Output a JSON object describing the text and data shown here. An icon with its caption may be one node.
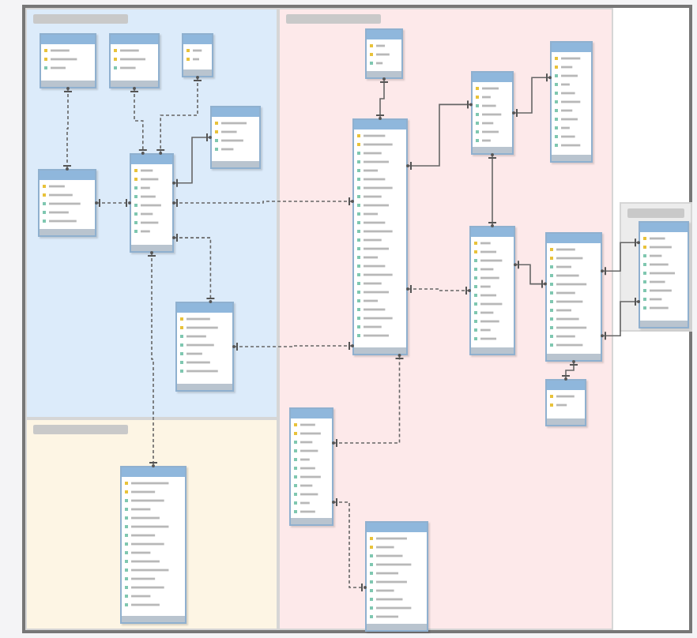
{
  "diagram": {
    "nodes": [
      {
        "text": [],
        "shape": "box"
      },
      {
        "text": [],
        "shape": "box",
        "in": 0
      },
      {
        "text": [],
        "shape": "box",
        "in": 0
      },
      {
        "text": [],
        "shape": "box",
        "in": 0
      },
      {
        "text": [],
        "shape": "box",
        "in": 0
      },
      {
        "text": [],
        "shape": "box",
        "in": 0
      },
      {
        "text": [],
        "shape": "box",
        "in": 0
      },
      {
        "text": [],
        "shape": "box",
        "in": 0
      },
      {
        "text": [],
        "shape": "box"
      },
      {
        "text": [],
        "shape": "box",
        "in": 8
      },
      {
        "text": [],
        "shape": "box"
      },
      {
        "text": [],
        "shape": "box",
        "in": 10
      },
      {
        "text": [],
        "shape": "box",
        "in": 10
      },
      {
        "text": [],
        "shape": "box",
        "in": 10
      },
      {
        "text": [],
        "shape": "box",
        "in": 10
      },
      {
        "text": [],
        "shape": "box",
        "in": 10
      },
      {
        "text": [],
        "shape": "box",
        "in": 10
      },
      {
        "text": [],
        "shape": "box",
        "in": 10
      },
      {
        "text": [],
        "shape": "box",
        "in": 10
      },
      {
        "text": [],
        "shape": "box",
        "in": 10
      },
      {
        "text": [],
        "shape": "box"
      },
      {
        "text": [],
        "shape": "box",
        "in": 20
      }
    ],
    "edges": [
      {
        "from": 1,
        "to": 5,
        "arrow": "other",
        "style": "dashed"
      },
      {
        "from": 2,
        "to": 6,
        "arrow": "other",
        "style": "dashed"
      },
      {
        "from": 3,
        "to": 6,
        "arrow": "other",
        "style": "dashed"
      },
      {
        "from": 6,
        "to": 4,
        "arrow": "other"
      },
      {
        "from": 5,
        "to": 6,
        "arrow": "other",
        "style": "dashed"
      },
      {
        "from": 6,
        "to": 7,
        "arrow": "other",
        "style": "dashed"
      },
      {
        "from": 6,
        "to": 12,
        "arrow": "other",
        "style": "dashed"
      },
      {
        "from": 6,
        "to": 9,
        "arrow": "other",
        "style": "dashed"
      },
      {
        "from": 7,
        "to": 12,
        "arrow": "other",
        "style": "dashed"
      },
      {
        "from": 11,
        "to": 12,
        "arrow": "other"
      },
      {
        "from": 12,
        "to": 13,
        "arrow": "other"
      },
      {
        "from": 13,
        "to": 14,
        "arrow": "other"
      },
      {
        "from": 13,
        "to": 15,
        "arrow": "other"
      },
      {
        "from": 12,
        "to": 15,
        "arrow": "other",
        "style": "dashed"
      },
      {
        "from": 15,
        "to": 16,
        "arrow": "other"
      },
      {
        "from": 16,
        "to": 21,
        "arrow": "other"
      },
      {
        "from": 16,
        "to": 21,
        "arrow": "other"
      },
      {
        "from": 16,
        "to": 19,
        "arrow": "other"
      },
      {
        "from": 17,
        "to": 12,
        "arrow": "other",
        "style": "dashed"
      },
      {
        "from": 17,
        "to": 18,
        "arrow": "other",
        "style": "dashed"
      }
    ]
  }
}
